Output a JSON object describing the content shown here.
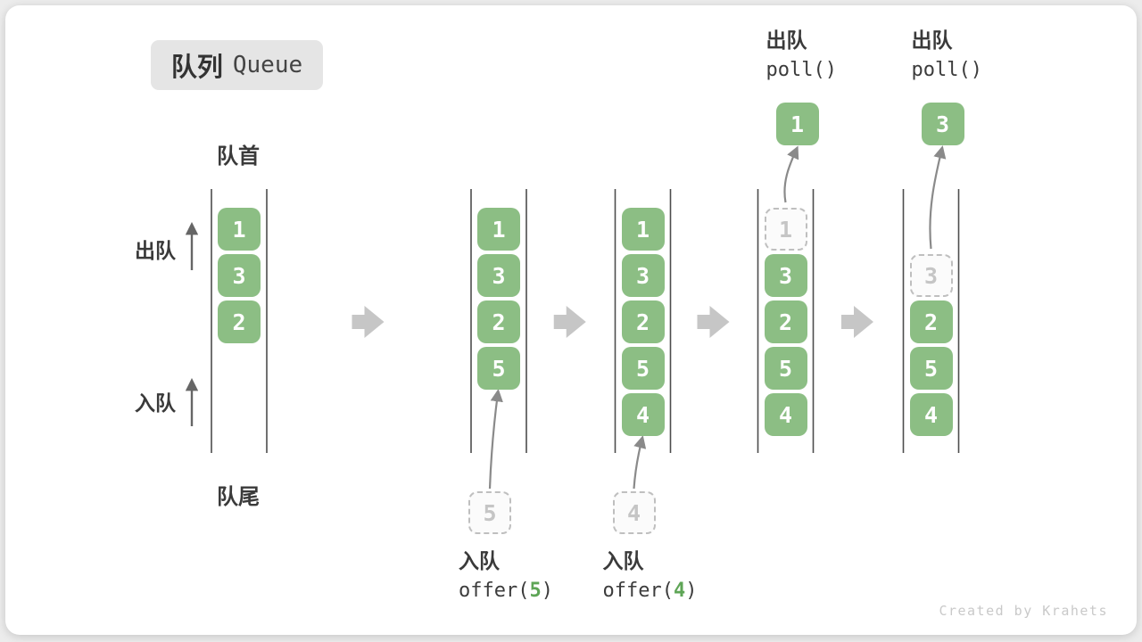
{
  "title": {
    "zh": "队列",
    "en": "Queue"
  },
  "side_labels": {
    "front": "队首",
    "rear": "队尾",
    "dequeue": "出队",
    "enqueue": "入队"
  },
  "colors": {
    "box_green": "#8CBE84",
    "code_green": "#5EA556",
    "block_arrow": "#C6C6C6",
    "dashed_border": "#BFBFBF",
    "column_line": "#4D4D4D",
    "curve_arrow": "#8A8A8A",
    "side_arrow": "#666666",
    "title_bg": "#E5E5E5",
    "text_dark": "#3A3A3A",
    "watermark_gray": "#C9C9C9"
  },
  "columns": [
    {
      "name": "state-initial",
      "boxes": [
        {
          "slot": 0,
          "value": "1",
          "type": "solid"
        },
        {
          "slot": 1,
          "value": "3",
          "type": "solid"
        },
        {
          "slot": 2,
          "value": "2",
          "type": "solid"
        }
      ]
    },
    {
      "name": "state-after-offer-5",
      "boxes": [
        {
          "slot": 0,
          "value": "1",
          "type": "solid"
        },
        {
          "slot": 1,
          "value": "3",
          "type": "solid"
        },
        {
          "slot": 2,
          "value": "2",
          "type": "solid"
        },
        {
          "slot": 3,
          "value": "5",
          "type": "solid"
        }
      ],
      "enqueue": {
        "box_value": "5",
        "label": "入队",
        "code_before": "offer(",
        "code_arg": "5",
        "code_after": ")"
      }
    },
    {
      "name": "state-after-offer-4",
      "boxes": [
        {
          "slot": 0,
          "value": "1",
          "type": "solid"
        },
        {
          "slot": 1,
          "value": "3",
          "type": "solid"
        },
        {
          "slot": 2,
          "value": "2",
          "type": "solid"
        },
        {
          "slot": 3,
          "value": "5",
          "type": "solid"
        },
        {
          "slot": 4,
          "value": "4",
          "type": "solid"
        }
      ],
      "enqueue": {
        "box_value": "4",
        "label": "入队",
        "code_before": "offer(",
        "code_arg": "4",
        "code_after": ")"
      }
    },
    {
      "name": "state-after-poll-1",
      "boxes": [
        {
          "slot": 0,
          "value": "1",
          "type": "dashed"
        },
        {
          "slot": 1,
          "value": "3",
          "type": "solid"
        },
        {
          "slot": 2,
          "value": "2",
          "type": "solid"
        },
        {
          "slot": 3,
          "value": "5",
          "type": "solid"
        },
        {
          "slot": 4,
          "value": "4",
          "type": "solid"
        }
      ],
      "dequeue": {
        "box_value": "1",
        "label": "出队",
        "code": "poll()"
      }
    },
    {
      "name": "state-after-poll-3",
      "boxes": [
        {
          "slot": 1,
          "value": "3",
          "type": "dashed"
        },
        {
          "slot": 2,
          "value": "2",
          "type": "solid"
        },
        {
          "slot": 3,
          "value": "5",
          "type": "solid"
        },
        {
          "slot": 4,
          "value": "4",
          "type": "solid"
        }
      ],
      "dequeue": {
        "box_value": "3",
        "label": "出队",
        "code": "poll()"
      }
    }
  ],
  "watermark": "Created by Krahets"
}
